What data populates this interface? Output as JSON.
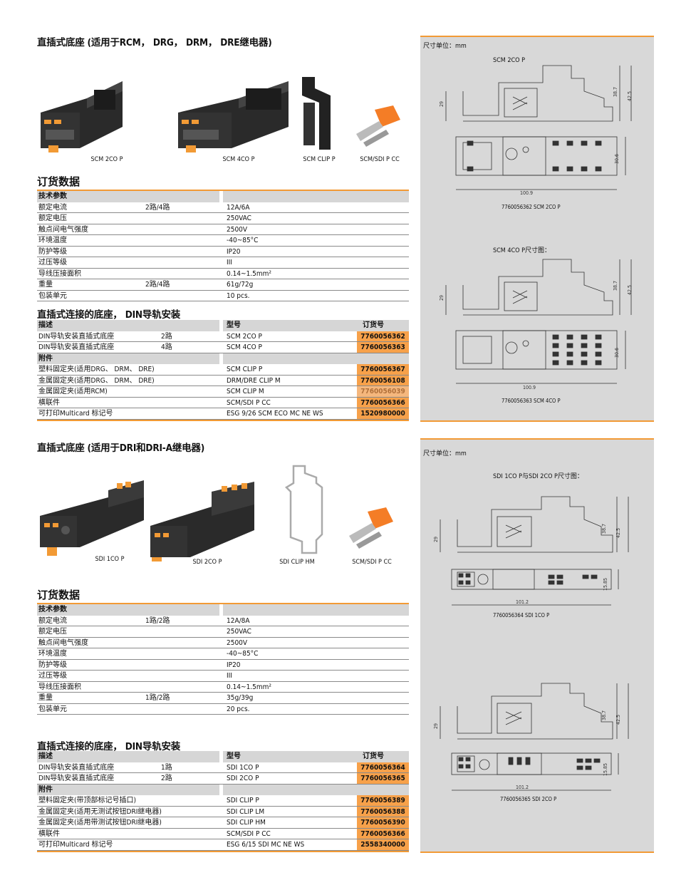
{
  "section1": {
    "title": "直插式底座 (适用于RCM， DRG， DRM， DRE继电器)",
    "products": [
      "SCM 2CO P",
      "SCM 4CO P",
      "SCM CLIP P",
      "SCM/SDI P CC"
    ],
    "order_heading": "订货数据",
    "tech": {
      "header": "技术参数",
      "rows": [
        {
          "label": "额定电流",
          "mid": "2路/4路",
          "value": "12A/6A"
        },
        {
          "label": "额定电压",
          "mid": "",
          "value": "250VAC"
        },
        {
          "label": "触点间电气强度",
          "mid": "",
          "value": "2500V"
        },
        {
          "label": "环境温度",
          "mid": "",
          "value": "-40~85°C"
        },
        {
          "label": "防护等级",
          "mid": "",
          "value": "IP20"
        },
        {
          "label": "过压等级",
          "mid": "",
          "value": "III"
        },
        {
          "label": "导线压接面积",
          "mid": "",
          "value": "0.14~1.5mm²"
        },
        {
          "label": "重量",
          "mid": "2路/4路",
          "value": "61g/72g"
        },
        {
          "label": "包装单元",
          "mid": "",
          "value": "10 pcs."
        }
      ]
    },
    "din_heading": "直插式连接的底座， DIN导轨安装",
    "din_header": {
      "desc": "描述",
      "type": "型号",
      "order": "订货号"
    },
    "din_rows": [
      {
        "desc": "DIN导轨安装直插式底座",
        "mid": "2路",
        "type": "SCM 2CO P",
        "order": "7760056362"
      },
      {
        "desc": "DIN导轨安装直插式底座",
        "mid": "4路",
        "type": "SCM 4CO P",
        "order": "7760056363"
      }
    ],
    "acc_header": "附件",
    "acc_rows": [
      {
        "desc": "塑料固定夹(适用DRG、 DRM、 DRE)",
        "type": "SCM CLIP P",
        "order": "7760056367",
        "pale": false
      },
      {
        "desc": "金属固定夹(适用DRG、 DRM、 DRE)",
        "type": "DRM/DRE CLIP M",
        "order": "7760056108",
        "pale": false
      },
      {
        "desc": "金属固定夹(适用RCM)",
        "type": "SCM CLIP M",
        "order": "7760056039",
        "pale": true
      },
      {
        "desc": "横联件",
        "type": "SCM/SDI P CC",
        "order": "7760056366",
        "pale": false
      },
      {
        "desc": "可打印Multicard 标记号",
        "type": "ESG 9/26 SCM ECO MC NE WS",
        "order": "1520980000",
        "pale": false
      }
    ]
  },
  "section2": {
    "title": "直插式底座 (适用于DRI和DRI-A继电器)",
    "products": [
      "SDI 1CO P",
      "SDI 2CO P",
      "SDI CLIP HM",
      "SCM/SDI P CC"
    ],
    "order_heading": "订货数据",
    "tech": {
      "header": "技术参数",
      "rows": [
        {
          "label": "额定电流",
          "mid": "1路/2路",
          "value": "12A/8A"
        },
        {
          "label": "额定电压",
          "mid": "",
          "value": "250VAC"
        },
        {
          "label": "触点间电气强度",
          "mid": "",
          "value": "2500V"
        },
        {
          "label": "环境温度",
          "mid": "",
          "value": "-40~85°C"
        },
        {
          "label": "防护等级",
          "mid": "",
          "value": "IP20"
        },
        {
          "label": "过压等级",
          "mid": "",
          "value": "III"
        },
        {
          "label": "导线压接面积",
          "mid": "",
          "value": "0.14~1.5mm²"
        },
        {
          "label": "重量",
          "mid": "1路/2路",
          "value": "35g/39g"
        },
        {
          "label": "包装单元",
          "mid": "",
          "value": "20 pcs."
        }
      ]
    },
    "din_heading": "直插式连接的底座， DIN导轨安装",
    "din_header": {
      "desc": "描述",
      "type": "型号",
      "order": "订货号"
    },
    "din_rows": [
      {
        "desc": "DIN导轨安装直插式底座",
        "mid": "1路",
        "type": "SDI 1CO P",
        "order": "7760056364"
      },
      {
        "desc": "DIN导轨安装直插式底座",
        "mid": "2路",
        "type": "SDI 2CO P",
        "order": "7760056365"
      }
    ],
    "acc_header": "附件",
    "acc_rows": [
      {
        "desc": "塑料固定夹(带顶部标记号插口)",
        "type": "SDI CLIP P",
        "order": "7760056389",
        "pale": false
      },
      {
        "desc": "金属固定夹(适用无测试按钮DRI继电器)",
        "type": "SDI CLIP LM",
        "order": "7760056388",
        "pale": false
      },
      {
        "desc": "金属固定夹(适用带测试按钮DRI继电器)",
        "type": "SDI CLIP HM",
        "order": "7760056390",
        "pale": false
      },
      {
        "desc": "横联件",
        "type": "SCM/SDI P CC",
        "order": "7760056366",
        "pale": false
      },
      {
        "desc": "可打印Multicard 标记号",
        "type": "ESG 6/15 SDI MC NE WS",
        "order": "2558340000",
        "pale": false
      }
    ]
  },
  "panel1": {
    "unit": "尺寸单位：mm",
    "drawing1": {
      "title": "SCM 2CO P",
      "caption": "7760056362 SCM 2CO P",
      "height_left": "29",
      "height_a": "38.7",
      "height_b": "42.5",
      "width": "100.9",
      "depth": "30.6"
    },
    "drawing2": {
      "title": "SCM 4CO P尺寸图：",
      "caption": "7760056363 SCM 4CO P",
      "height_left": "29",
      "height_a": "38.7",
      "height_b": "42.5",
      "width": "100.9",
      "depth": "30.6"
    }
  },
  "panel2": {
    "unit": "尺寸单位：mm",
    "drawing1": {
      "title": "SDI 1CO P与SDI 2CO P尺寸图：",
      "caption": "7760056364 SDI 1CO P",
      "height_left": "29",
      "height_a": "38.7",
      "height_b": "42.5",
      "width": "101.2",
      "depth": "15.85"
    },
    "drawing2": {
      "title": "",
      "caption": "7760056365 SDI 2CO P",
      "height_left": "29",
      "height_a": "38.7",
      "height_b": "42.5",
      "width": "101.2",
      "depth": "15.85"
    }
  },
  "colors": {
    "accent": "#f29a35",
    "order_cell": "#f7a14a",
    "header_gray": "#d6d6d6",
    "panel_gray": "#d8d8d8"
  }
}
